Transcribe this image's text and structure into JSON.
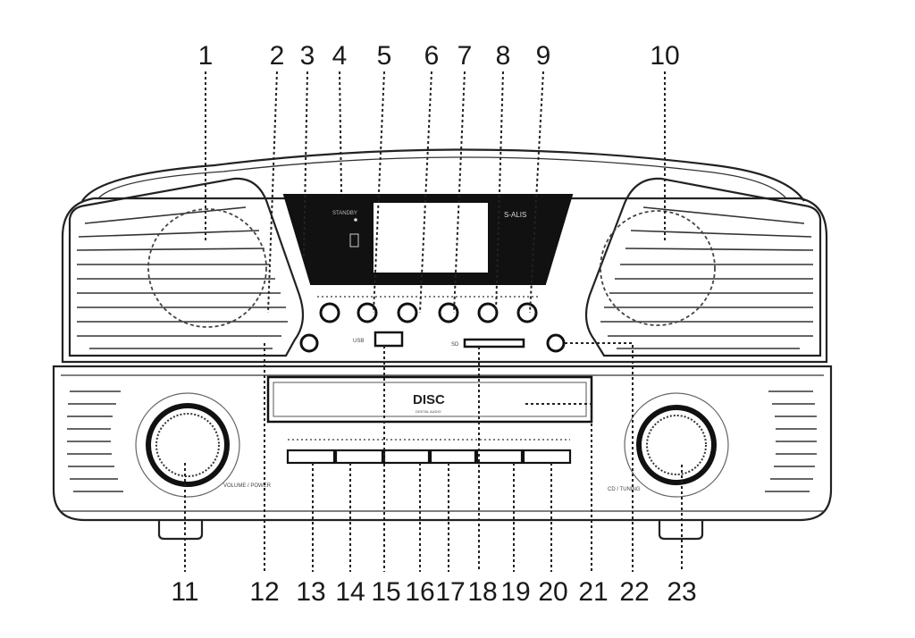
{
  "callouts_top": [
    "1",
    "2",
    "3",
    "4",
    "5",
    "6",
    "7",
    "8",
    "9",
    "10"
  ],
  "callouts_bottom": [
    "11",
    "12",
    "13",
    "14",
    "15",
    "16",
    "17",
    "18",
    "19",
    "20",
    "21",
    "22",
    "23"
  ],
  "panel_labels": {
    "standby": "STANDBY",
    "usb": "USB",
    "sd": "SD",
    "cd_logo": "DISC",
    "cd_sub": "DIGITAL AUDIO",
    "display_tag": "S-ALIS",
    "knob_left": "VOLUME / POWER",
    "knob_right": "CD / TUNING"
  }
}
